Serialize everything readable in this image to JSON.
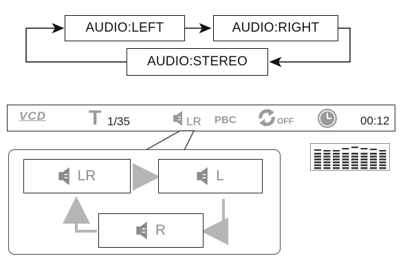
{
  "audio_cycle": {
    "left_label": "AUDIO:LEFT",
    "right_label": "AUDIO:RIGHT",
    "stereo_label": "AUDIO:STEREO"
  },
  "osd": {
    "disc_type": "VCD",
    "title_glyph": "T",
    "track": "1/35",
    "audio_channel": "LR",
    "pbc_label": "PBC",
    "repeat_state": "OFF",
    "time": "00:12"
  },
  "audio_modes": {
    "stereo": "LR",
    "left": "L",
    "right": "R"
  },
  "icons": [
    "speaker-icon",
    "repeat-icon",
    "clock-icon",
    "equalizer-icon"
  ],
  "colors": {
    "line": "#111111",
    "gray_icon": "#9a9a9a",
    "arrow_gray": "#b5b5b5"
  }
}
